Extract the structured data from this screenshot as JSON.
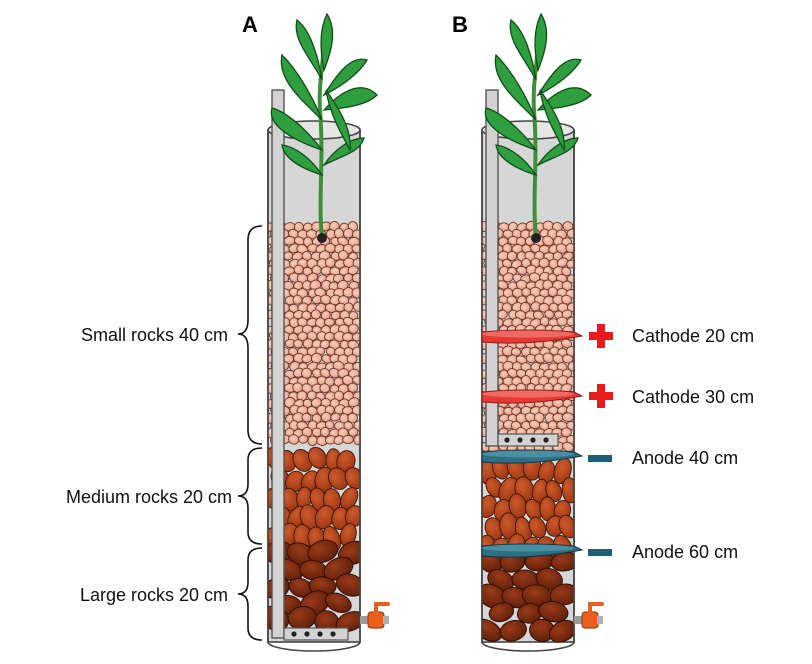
{
  "panels": {
    "a": {
      "letter": "A"
    },
    "b": {
      "letter": "B"
    }
  },
  "layers": {
    "small": "Small rocks 40 cm",
    "medium": "Medium rocks 20 cm",
    "large": "Large rocks 20 cm"
  },
  "electrodes": {
    "cathode_20": "Cathode 20 cm",
    "cathode_30": "Cathode 30 cm",
    "anode_40": "Anode 40 cm",
    "anode_60": "Anode 60 cm"
  },
  "colors": {
    "small_rock": "#f2b6a0",
    "medium_rock": "#b5461e",
    "large_rock": "#7e2d12",
    "cathode": "#e53935",
    "anode": "#2d6f83",
    "plant": "#2e9e3e",
    "valve": "#e8601c"
  },
  "icons": [
    "plus-icon",
    "minus-icon",
    "valve-icon",
    "plant-icon"
  ]
}
